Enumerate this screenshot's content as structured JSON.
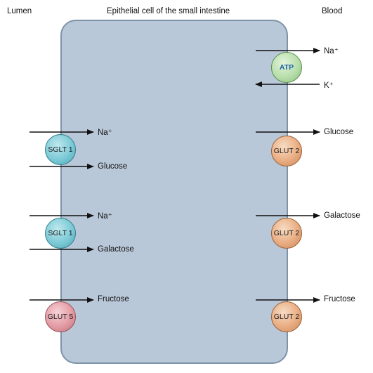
{
  "header": {
    "lumen": "Lumen",
    "cell": "Epithelial cell of the small intestine",
    "blood": "Blood"
  },
  "transporters": {
    "sglt1_a": "SGLT 1",
    "sglt1_b": "SGLT 1",
    "glut5": "GLUT 5",
    "atp": "ATP",
    "glut2_a": "GLUT 2",
    "glut2_b": "GLUT 2",
    "glut2_c": "GLUT 2"
  },
  "labels": {
    "na_sglt1_a": "Na⁺",
    "glucose_lumen": "Glucose",
    "na_sglt1_b": "Na⁺",
    "galactose_lumen": "Galactose",
    "fructose_lumen": "Fructose",
    "na_blood": "Na⁺",
    "k_blood": "K⁺",
    "glucose_blood": "Glucose",
    "galactose_blood": "Galactose",
    "fructose_blood": "Fructose"
  },
  "colors": {
    "cell_fill": "#b9c8d8",
    "sglt": "#7ccad6",
    "glut2": "#e9ad82",
    "glut5": "#e39ba3",
    "atp": "#b7deab"
  }
}
